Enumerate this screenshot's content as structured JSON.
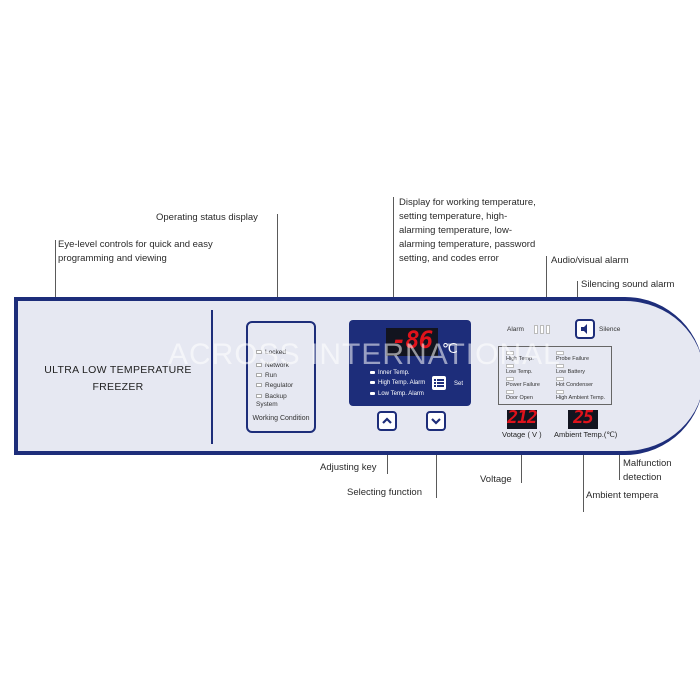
{
  "callouts": {
    "eye_level": "Eye-level controls for quick and easy programming and viewing",
    "status_display": "Operating status display",
    "display_desc": "Display for working temperature, setting temperature, high-alarming temperature, low-alarming temperature, password setting, and codes error",
    "audio_alarm": "Audio/visual alarm",
    "silencing": "Silencing sound alarm",
    "adjusting_key": "Adjusting key",
    "selecting_function": "Selecting function",
    "voltage": "Voltage",
    "malfunction": "Malfunction detection",
    "ambient": "Ambient tempera"
  },
  "panel": {
    "title_line1": "ULTRA LOW TEMPERATURE",
    "title_line2": "FREEZER",
    "watermark": "ACROSS INTERNATIONAL",
    "status_items": [
      "Locked",
      "Network",
      "Run",
      "Regulator",
      "Backup System"
    ],
    "status_caption": "Working Condition",
    "display": {
      "reading": "-86",
      "unit": "℃",
      "items": [
        "Inner Temp.",
        "High Temp. Alarm",
        "Low Temp. Alarm"
      ],
      "set_label": "Set"
    },
    "alarm_label": "Alarm",
    "silence_label": "Silence",
    "malfunction_items": [
      "High Temp.",
      "Probe Failure",
      "Low Temp.",
      "Low Battery",
      "Power Failure",
      "Hot Condenser",
      "Door Open",
      "High Ambient Temp."
    ],
    "voltage_reading": "212",
    "voltage_label": "Votage ( V )",
    "ambient_reading": "25",
    "ambient_label": "Ambient Temp.(℃)"
  },
  "icons": {
    "up": "chevron-up-icon",
    "down": "chevron-down-icon",
    "menu": "list-icon",
    "silence": "speaker-mute-icon"
  },
  "colors": {
    "panel_border": "#1d2d7a",
    "panel_bg": "#e6e8f2",
    "led_red": "#e0121b",
    "display_bg": "#1d2d7a"
  }
}
